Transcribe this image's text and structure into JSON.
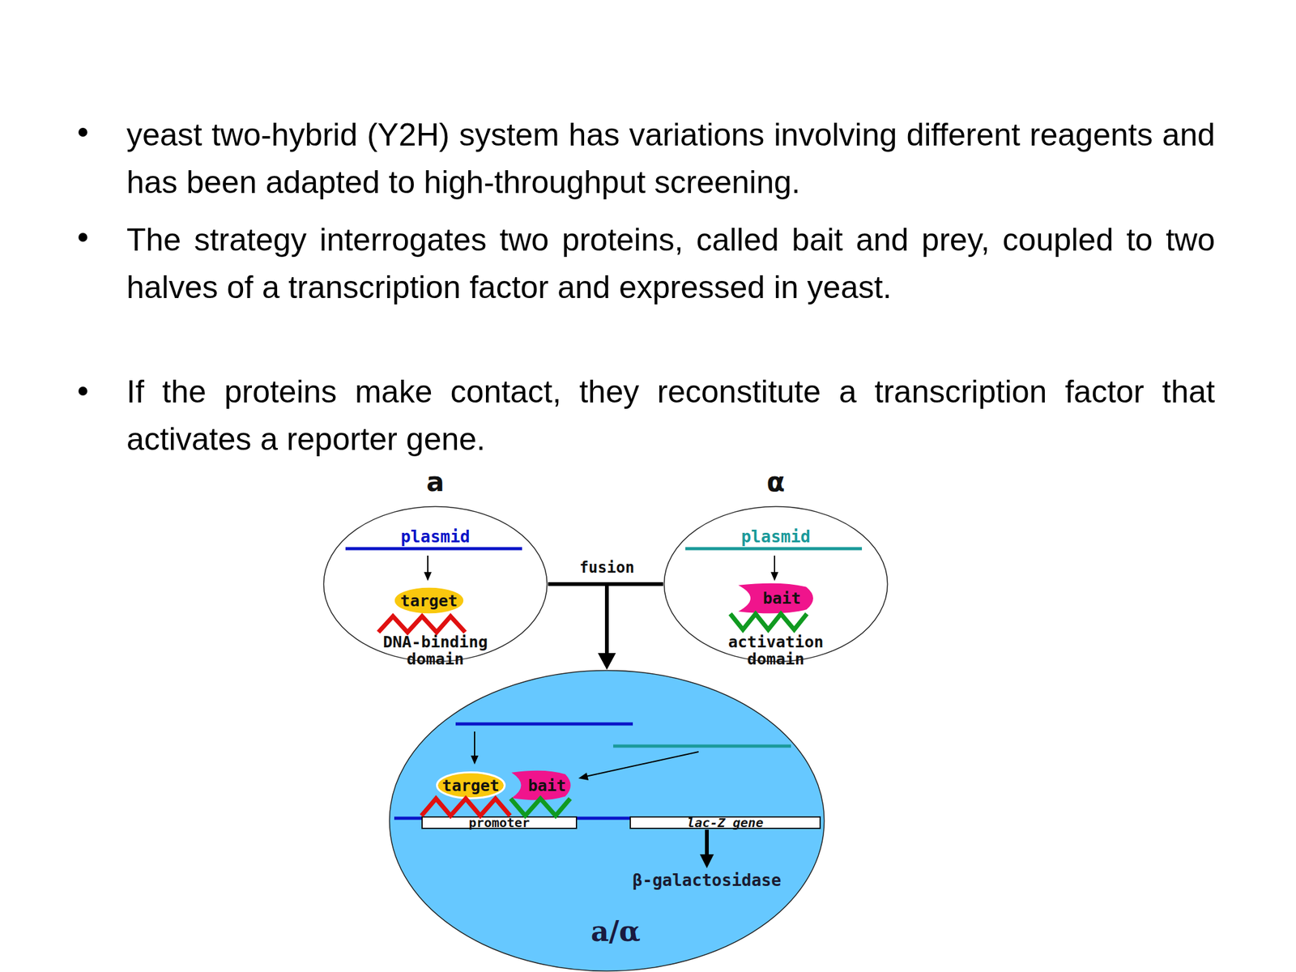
{
  "diagram": {
    "nodes": [
      {
        "text": [
          "a",
          "plasmid",
          "DNA-binding domain"
        ]
      },
      {
        "text": [
          "target"
        ],
        "in": 0
      },
      {
        "text": [
          "α",
          "plasmid",
          "activation domain"
        ]
      },
      {
        "text": [
          "bait"
        ],
        "in": 2
      },
      {
        "text": [
          "a/α",
          "β-galactosidase"
        ]
      },
      {
        "text": [
          "target"
        ],
        "in": 4
      },
      {
        "text": [
          "bait"
        ],
        "in": 4
      },
      {
        "text": [
          "promoter"
        ],
        "in": 4
      },
      {
        "text": [
          "lac-Z gene"
        ],
        "in": 4
      }
    ],
    "edges": [
      {
        "from": 0,
        "to": 4,
        "arrow": "to",
        "label": "fusion"
      },
      {
        "from": 2,
        "to": 4,
        "arrow": "to"
      }
    ],
    "labels": [
      "yeast two-hybrid (Y2H) system has variations involving different reagents and has been adapted to high-throughput screening.",
      "The strategy interrogates two proteins, called bait and prey, coupled to two halves of a transcription factor and expressed in yeast.",
      "If the proteins make contact, they reconstitute a transcription factor that activates a reporter gene."
    ]
  }
}
